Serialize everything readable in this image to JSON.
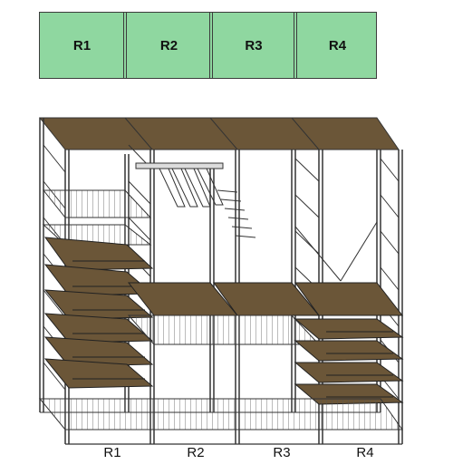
{
  "top_view": {
    "sections": [
      "R1",
      "R2",
      "R3",
      "R4"
    ],
    "fill_color": "#8fd7a0"
  },
  "front_view": {
    "section_labels": [
      "R1",
      "R2",
      "R3",
      "R4"
    ],
    "shelf_color": "#6b5638",
    "frame_color": "#333333"
  }
}
